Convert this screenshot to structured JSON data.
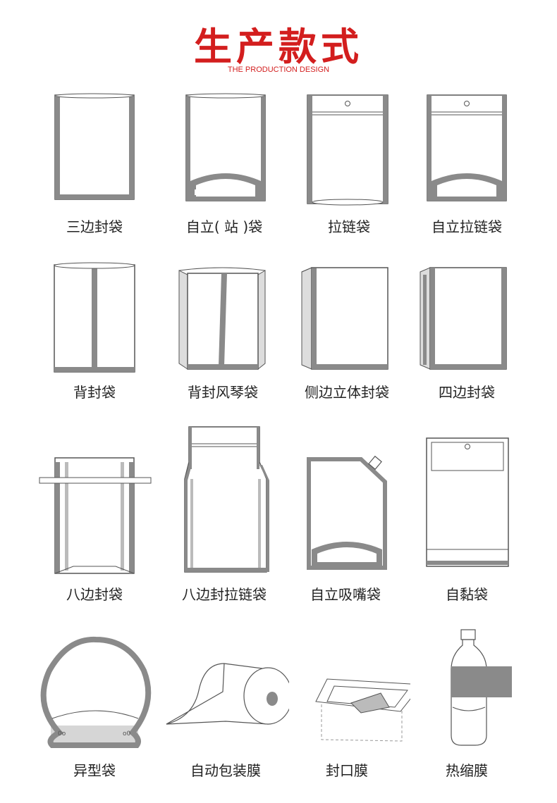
{
  "header": {
    "title": "生产款式",
    "subtitle": "THE PRODUCTION DESIGN"
  },
  "items": [
    {
      "label": "三边封袋",
      "icon": "three-side-seal-bag-icon"
    },
    {
      "label": "自立( 站 )袋",
      "icon": "stand-up-pouch-icon"
    },
    {
      "label": "拉链袋",
      "icon": "zipper-bag-icon"
    },
    {
      "label": "自立拉链袋",
      "icon": "stand-up-zipper-bag-icon"
    },
    {
      "label": "背封袋",
      "icon": "back-seal-bag-icon"
    },
    {
      "label": "背封风琴袋",
      "icon": "back-seal-gusset-bag-icon"
    },
    {
      "label": "侧边立体封袋",
      "icon": "side-gusset-bag-icon"
    },
    {
      "label": "四边封袋",
      "icon": "four-side-seal-bag-icon"
    },
    {
      "label": "八边封袋",
      "icon": "eight-side-seal-bag-icon"
    },
    {
      "label": "八边封拉链袋",
      "icon": "eight-side-seal-zipper-bag-icon"
    },
    {
      "label": "自立吸嘴袋",
      "icon": "spout-pouch-icon"
    },
    {
      "label": "自黏袋",
      "icon": "self-adhesive-bag-icon"
    },
    {
      "label": "异型袋",
      "icon": "shaped-bag-icon"
    },
    {
      "label": "自动包装膜",
      "icon": "film-roll-icon"
    },
    {
      "label": "封口膜",
      "icon": "sealing-film-icon"
    },
    {
      "label": "热缩膜",
      "icon": "shrink-sleeve-bottle-icon"
    }
  ]
}
